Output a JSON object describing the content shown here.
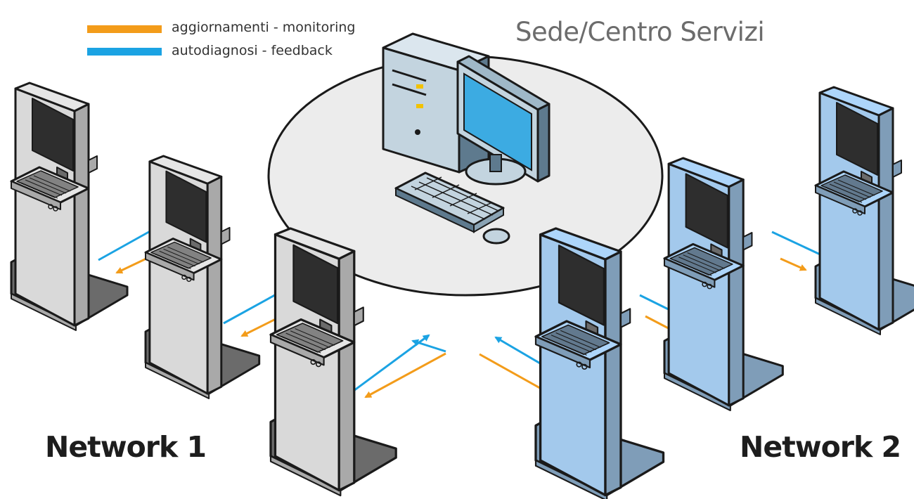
{
  "legend": {
    "items": [
      {
        "label": "aggiornamenti - monitoring",
        "color": "#f39c1a"
      },
      {
        "label": "autodiagnosi - feedback",
        "color": "#1ba3e3"
      }
    ]
  },
  "server": {
    "title": "Sede/Centro Servizi",
    "platform_color": "#ececec",
    "tower_color": "#c3d4df",
    "screen_color": "#3cabe2"
  },
  "networks": [
    {
      "label": "Network 1",
      "kiosk_color": "#d9d9d9",
      "kiosk_count": 3
    },
    {
      "label": "Network 2",
      "kiosk_color": "#a3c9ec",
      "kiosk_count": 3
    }
  ],
  "colors": {
    "outline": "#1a1a1a",
    "kiosk_screen": "#2e2e2e",
    "kiosk_shadow": "#6b6b6b"
  }
}
